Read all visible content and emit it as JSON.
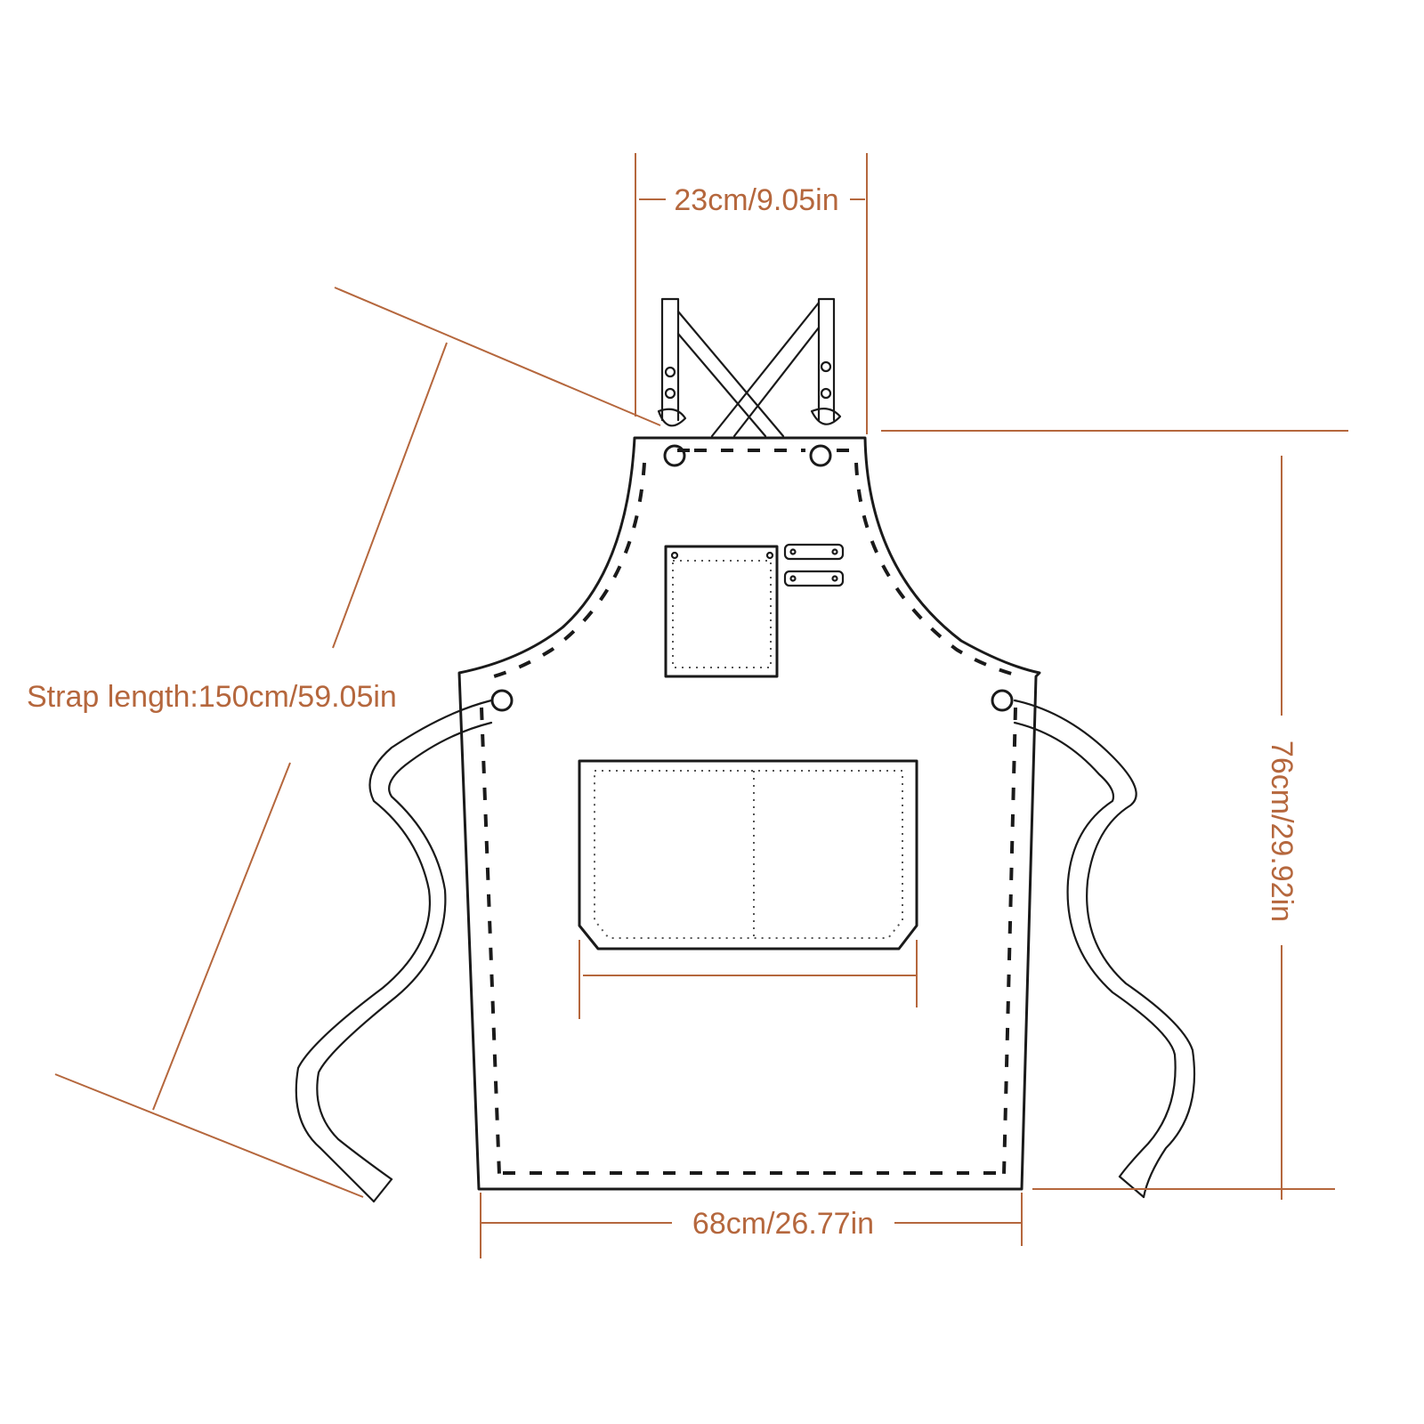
{
  "colors": {
    "dimension": "#b5673d",
    "ink": "#1a1a1a",
    "background": "#ffffff"
  },
  "dimensions": {
    "neck_width": "23cm/9.05in",
    "strap_length": "Strap length:150cm/59.05in",
    "apron_length": "76cm/29.92in",
    "apron_width": "68cm/26.77in"
  }
}
